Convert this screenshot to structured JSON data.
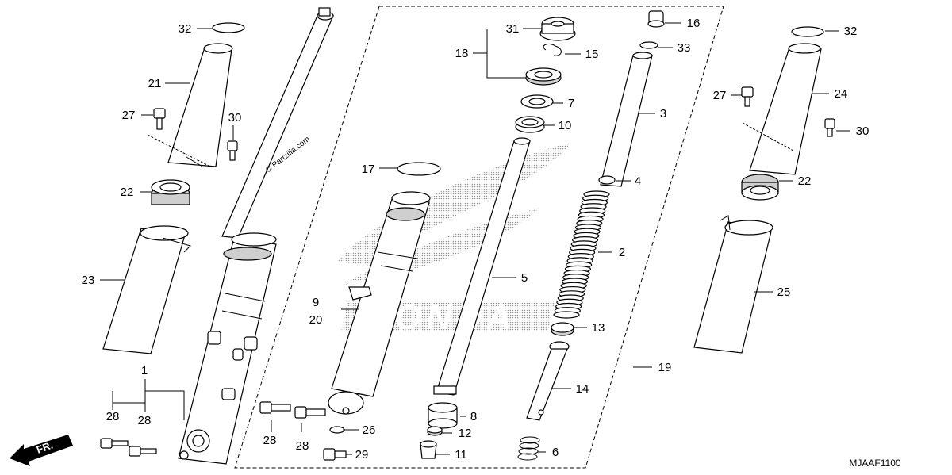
{
  "diagram": {
    "code": "MJAAF1100",
    "watermark": "© Partzilla.com",
    "front_marker": "FR.",
    "logo_text": "HONDA",
    "colors": {
      "ink": "#000000",
      "logo_dots": "#9a9a9a",
      "paper": "#ffffff"
    },
    "callouts": [
      {
        "id": "c1",
        "text": "1"
      },
      {
        "id": "c2",
        "text": "2"
      },
      {
        "id": "c3",
        "text": "3"
      },
      {
        "id": "c4",
        "text": "4"
      },
      {
        "id": "c5",
        "text": "5"
      },
      {
        "id": "c6",
        "text": "6"
      },
      {
        "id": "c7",
        "text": "7"
      },
      {
        "id": "c8",
        "text": "8"
      },
      {
        "id": "c9",
        "text": "9"
      },
      {
        "id": "c10",
        "text": "10"
      },
      {
        "id": "c11",
        "text": "11"
      },
      {
        "id": "c12",
        "text": "12"
      },
      {
        "id": "c13",
        "text": "13"
      },
      {
        "id": "c14",
        "text": "14"
      },
      {
        "id": "c15",
        "text": "15"
      },
      {
        "id": "c16",
        "text": "16"
      },
      {
        "id": "c17",
        "text": "17"
      },
      {
        "id": "c18",
        "text": "18"
      },
      {
        "id": "c19",
        "text": "19"
      },
      {
        "id": "c20",
        "text": "20"
      },
      {
        "id": "c21",
        "text": "21"
      },
      {
        "id": "c22a",
        "text": "22"
      },
      {
        "id": "c22b",
        "text": "22"
      },
      {
        "id": "c23",
        "text": "23"
      },
      {
        "id": "c24",
        "text": "24"
      },
      {
        "id": "c25",
        "text": "25"
      },
      {
        "id": "c26",
        "text": "26"
      },
      {
        "id": "c27a",
        "text": "27"
      },
      {
        "id": "c27b",
        "text": "27"
      },
      {
        "id": "c28a",
        "text": "28"
      },
      {
        "id": "c28b",
        "text": "28"
      },
      {
        "id": "c28c",
        "text": "28"
      },
      {
        "id": "c28d",
        "text": "28"
      },
      {
        "id": "c29",
        "text": "29"
      },
      {
        "id": "c30a",
        "text": "30"
      },
      {
        "id": "c30b",
        "text": "30"
      },
      {
        "id": "c31",
        "text": "31"
      },
      {
        "id": "c32a",
        "text": "32"
      },
      {
        "id": "c32b",
        "text": "32"
      },
      {
        "id": "c33",
        "text": "33"
      }
    ]
  }
}
